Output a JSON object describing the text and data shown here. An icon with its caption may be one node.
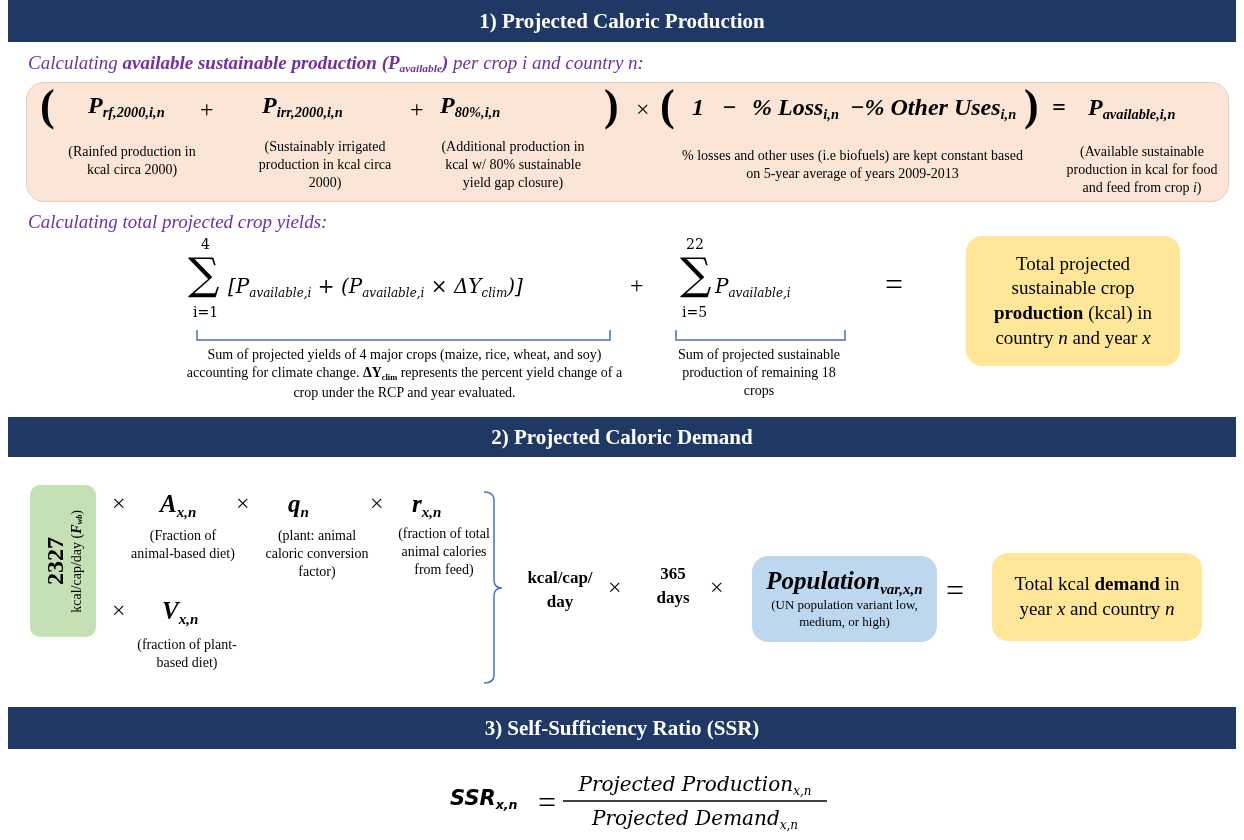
{
  "diagram": {
    "nodes": [
      {
        "text": [
          "1) Projected Caloric Production"
        ]
      },
      {
        "text": [],
        "shape": "box"
      },
      {
        "text": [
          "Total projected sustainable crop **production** (kcal) in country *n* and year *x*"
        ]
      },
      {
        "text": [
          "2) Projected Caloric Demand"
        ]
      },
      {
        "text": [
          "2327",
          "kcal/cap/day (*F$_{wb}$*)"
        ]
      },
      {
        "text": [
          "Population$_{var,x,n}$",
          "(UN population variant low, medium, or high)"
        ]
      },
      {
        "text": [
          "Total kcal **demand** in year *x* and country *n*"
        ]
      },
      {
        "text": [
          "3) Self-Sufficiency Ratio (SSR)"
        ]
      }
    ],
    "labels": [
      "Calculating **available sustainable production (P$_{available}$)** per crop i and country n:",
      "(",
      "P$_{rf,2000,i,n}$",
      "+",
      "P$_{irr,2000,i,n}$",
      "+",
      "P$_{80%,i,n}$",
      ")",
      "×",
      "(",
      "1",
      "−",
      "% Loss$_{i,n}$",
      "−% Other Uses$_{i,n}$",
      ")",
      "=",
      "P$_{available,i,n}$",
      "(Rainfed production in kcal circa 2000)",
      "(Sustainably irrigated production in kcal circa 2000)",
      "(Additional production in kcal w/ 80% sustainable yield gap closure)",
      "% losses and other uses (i.e biofuels) are kept constant based on 5-year average of years 2009-2013",
      "(Available sustainable production in kcal for food and feed from crop *i*)",
      "Calculating total projected crop yields:",
      "4",
      "∑",
      "i=1",
      "[P$_{available,i}$ + (P$_{available,i}$ × ΔY$_{clim}$)]",
      "+",
      "22",
      "∑",
      "i=5",
      "P$_{available,i}$",
      "=",
      "Sum of projected yields of 4 major crops (maize, rice, wheat, and soy) accounting for climate change. **ΔY$_{clim}$** represents the percent yield change of a crop under the RCP and year evaluated.",
      "Sum of projected sustainable production of remaining 18 crops",
      "×",
      "A$_{x,n}$",
      "×",
      "q$_{n}$",
      "×",
      "r$_{x,n}$",
      "(Fraction of animal-based diet)",
      "(plant: animal caloric conversion factor)",
      "(fraction of total animal calories from feed)",
      "×",
      "V$_{x,n}$",
      "(fraction of plant-based diet)",
      "kcal/cap/ day",
      "×",
      "365 days",
      "×",
      "=",
      "SSR$_{x,n}$",
      "=",
      "Projected Production$_{x,n}$",
      "Projected Demand$_{x,n}$"
    ]
  }
}
